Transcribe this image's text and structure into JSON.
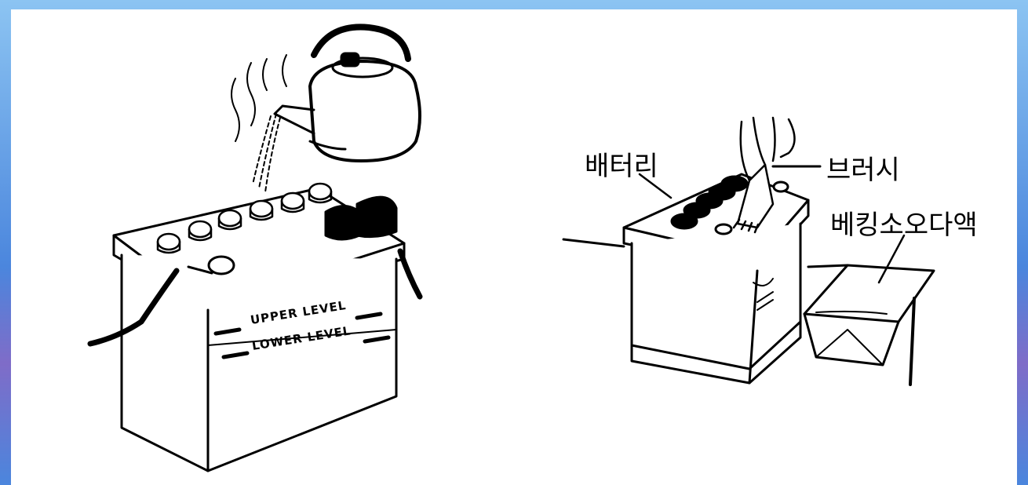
{
  "left_figure": {
    "upper_level_text": "UPPER LEVEL",
    "lower_level_text": "LOWER LEVEL"
  },
  "right_figure": {
    "battery_label": "배터리",
    "brush_label": "브러시",
    "baking_soda_label": "베킹소오다액"
  }
}
